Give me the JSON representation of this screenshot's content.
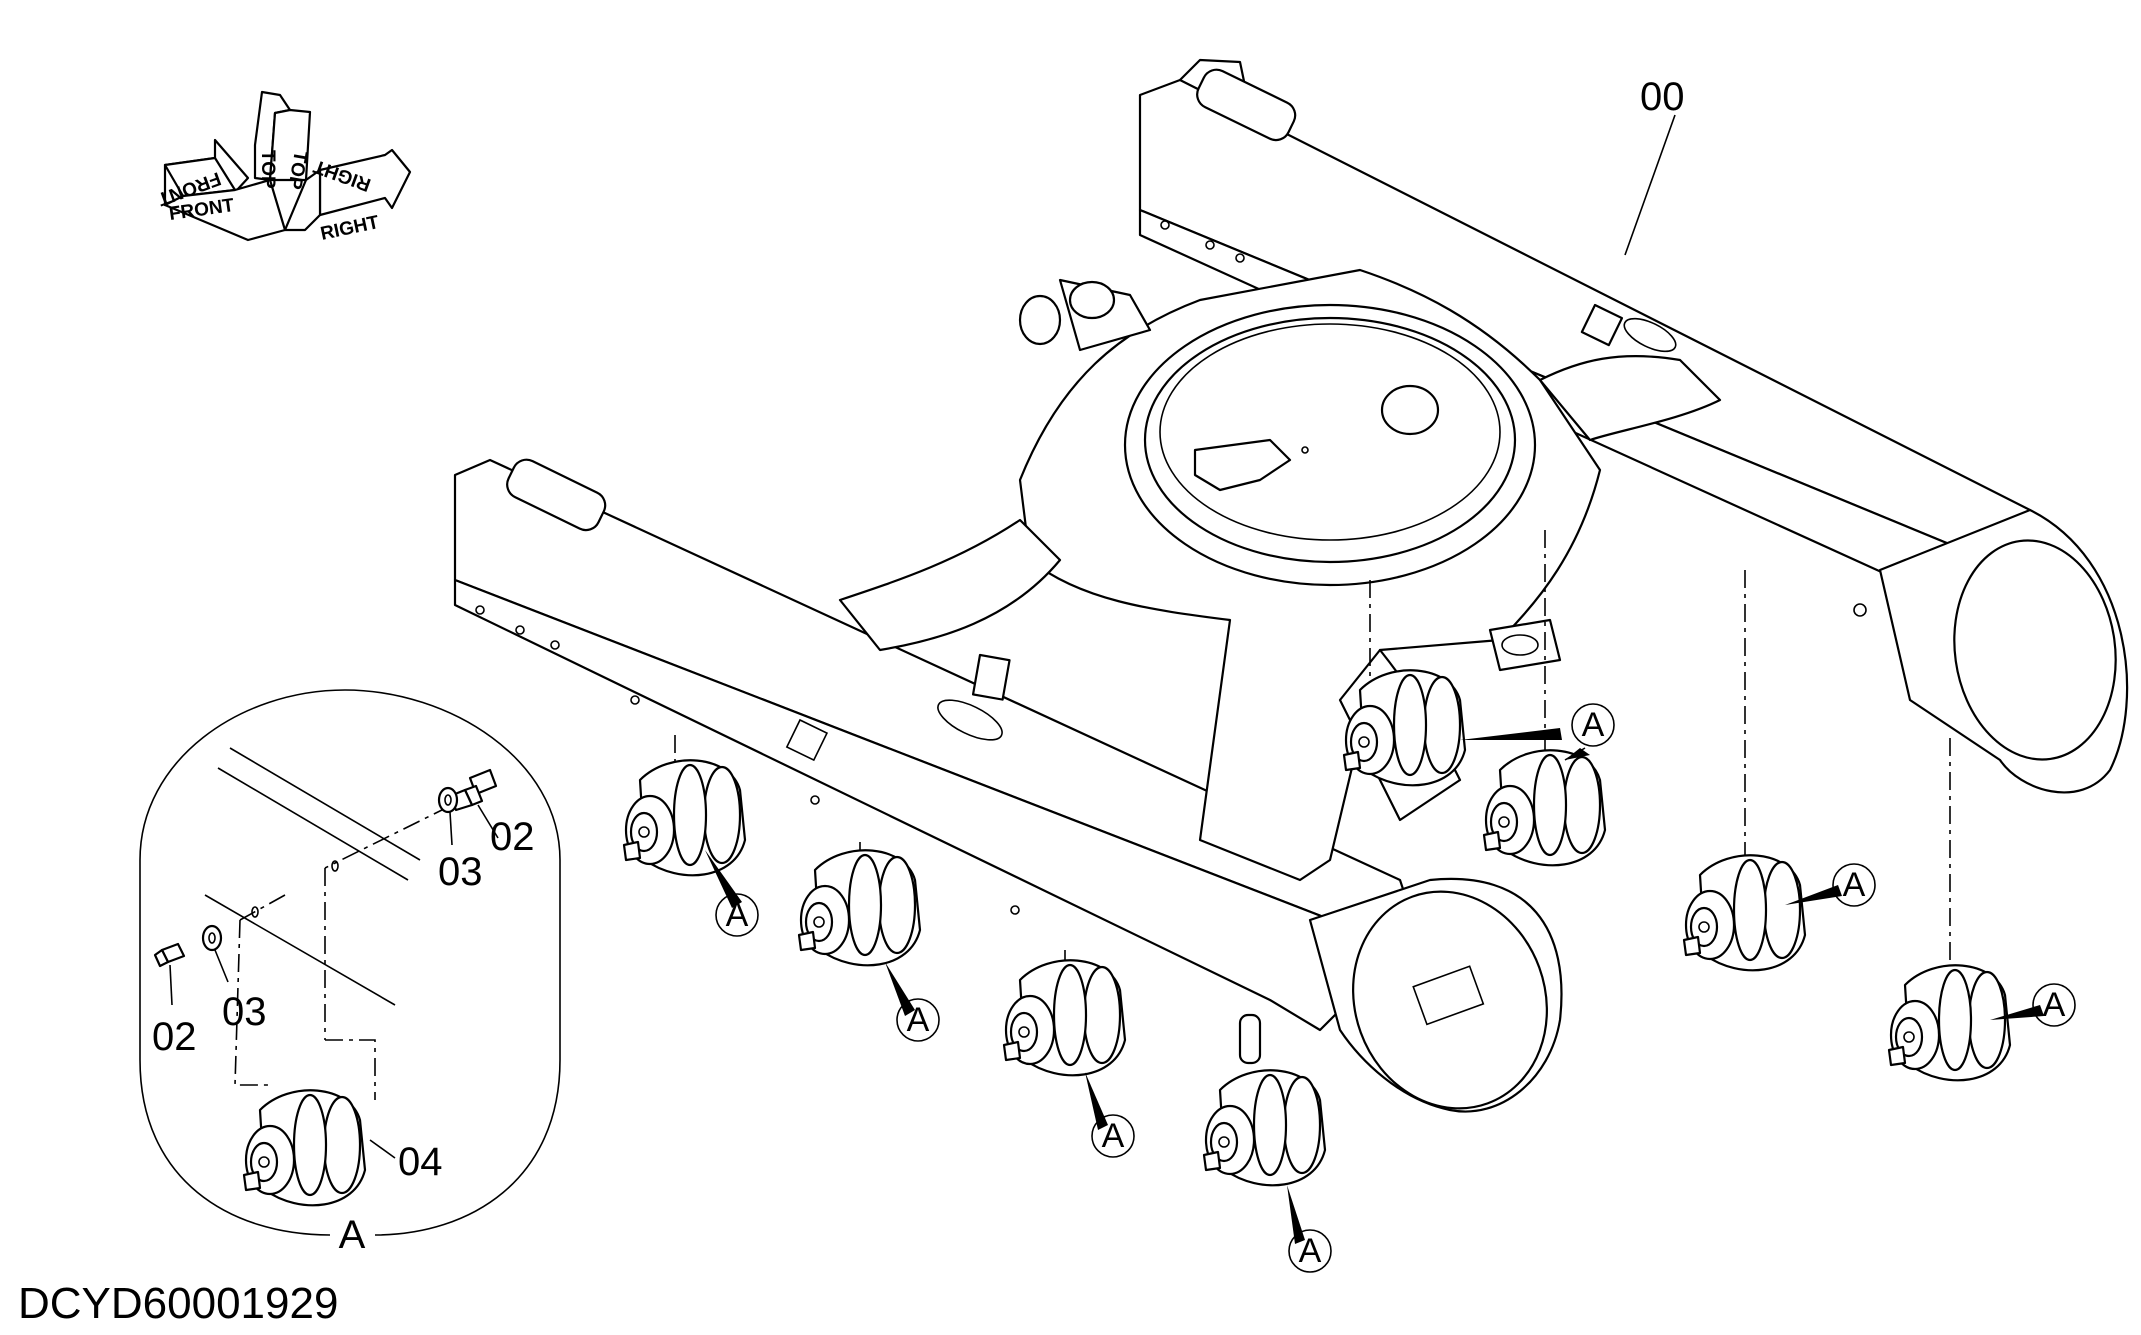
{
  "orientation": {
    "front": "FRONT",
    "top": "TOP",
    "right": "RIGHT"
  },
  "part_labels": {
    "frame": "00",
    "bolt_top": "02",
    "washer_top": "03",
    "bolt_bottom": "02",
    "washer_bottom": "03",
    "roller": "04",
    "detail": "A"
  },
  "callout_letter": "A",
  "drawing_code": "DCYD60001929"
}
